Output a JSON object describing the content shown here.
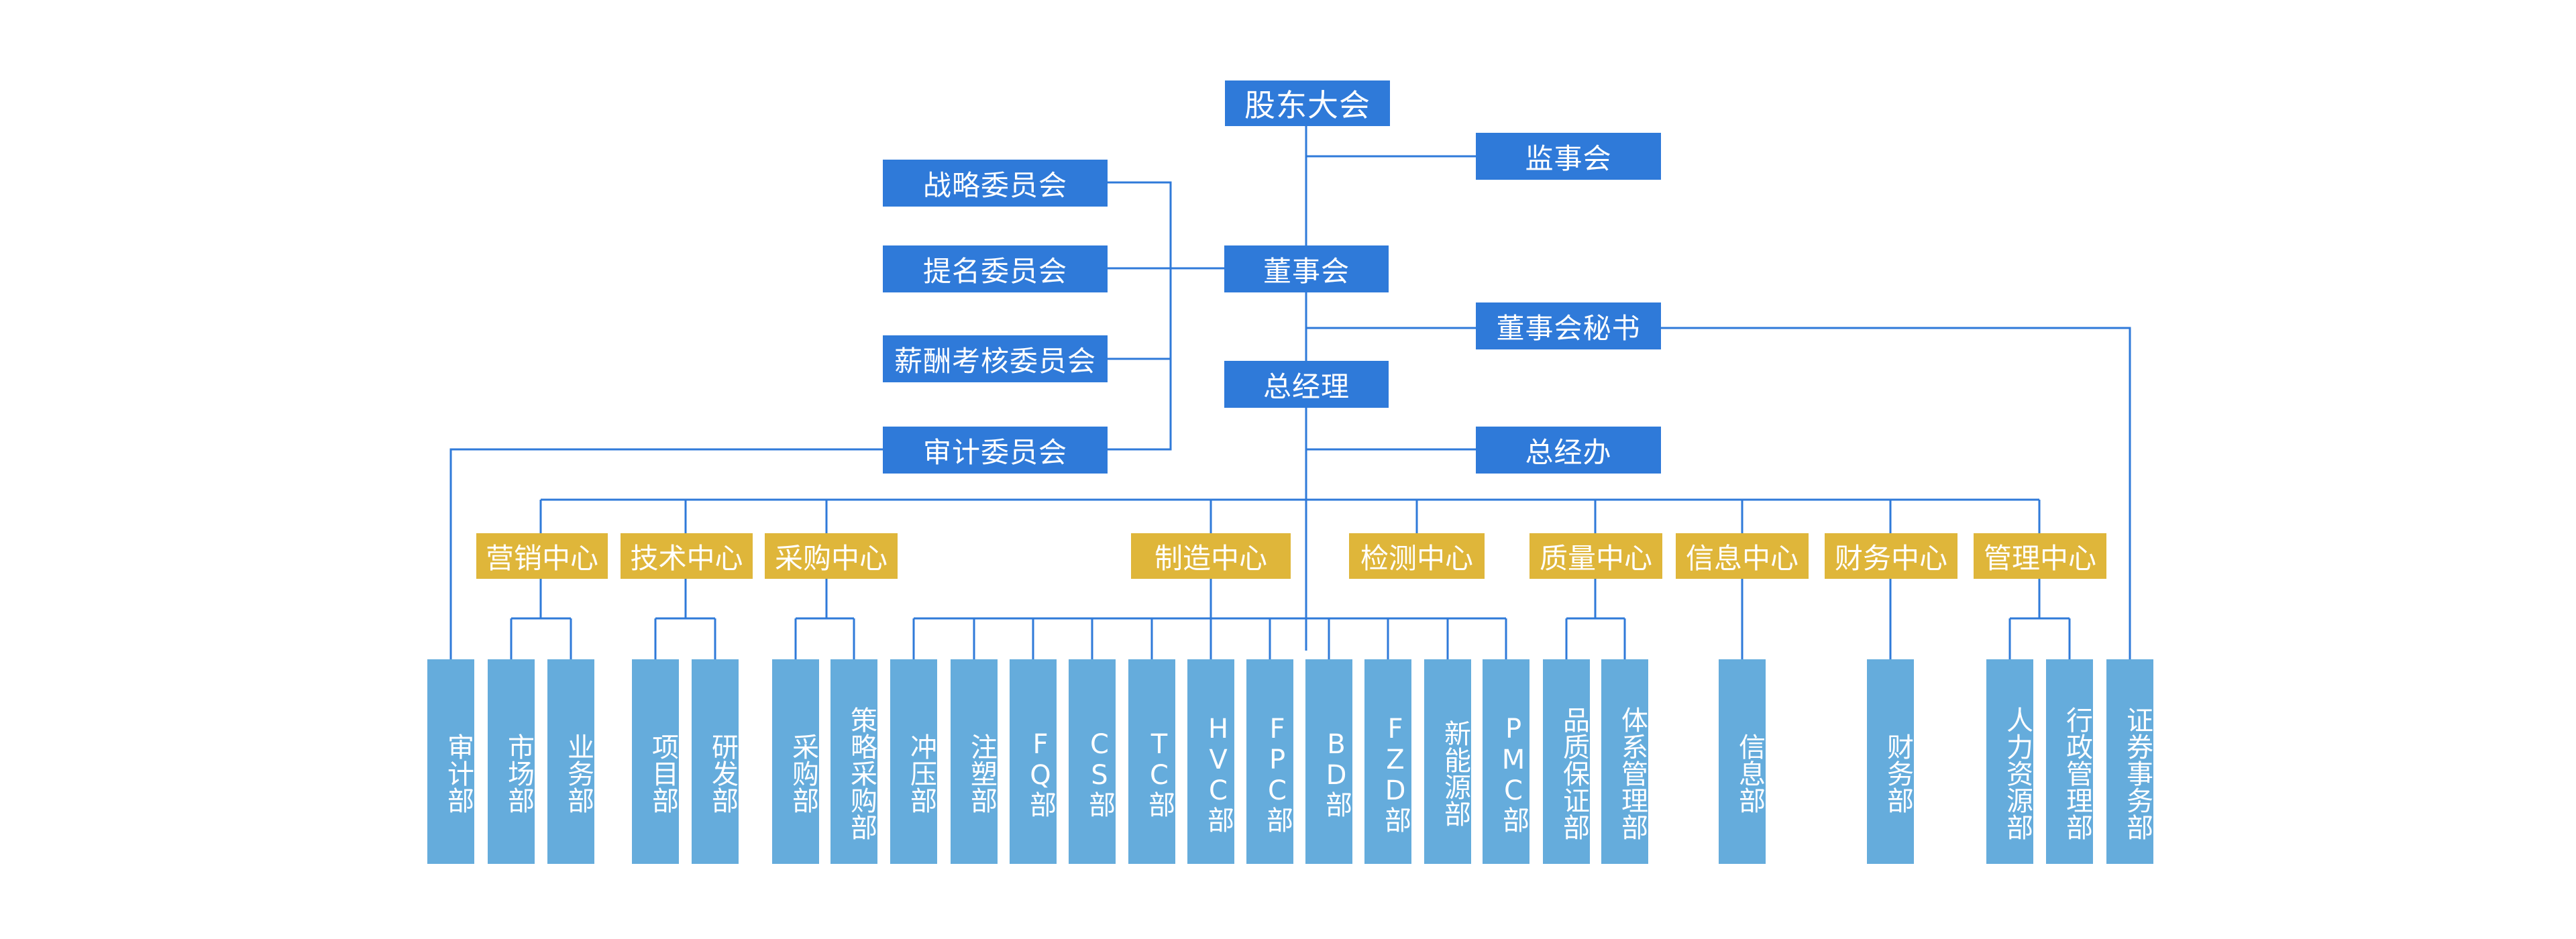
{
  "leadership": {
    "shareholders": "股东大会",
    "supervisors": "监事会",
    "board": "董事会",
    "board_secretary": "董事会秘书",
    "general_manager": "总经理",
    "gm_office": "总经办"
  },
  "committees": {
    "strategy": "战略委员会",
    "nomination": "提名委员会",
    "compensation": "薪酬考核委员会",
    "audit": "审计委员会"
  },
  "centers": {
    "marketing": "营销中心",
    "technology": "技术中心",
    "purchasing": "采购中心",
    "manufacturing": "制造中心",
    "testing": "检测中心",
    "quality": "质量中心",
    "information": "信息中心",
    "finance": "财务中心",
    "management": "管理中心"
  },
  "departments": {
    "audit": "审计部",
    "market": "市场部",
    "business": "业务部",
    "project": "项目部",
    "rnd": "研发部",
    "procurement": "采购部",
    "strategic_procurement": "策略采购部",
    "stamping": "冲压部",
    "injection": "注塑部",
    "fq": "FQ部",
    "cs": "CS部",
    "tc": "TC部",
    "hvc": "HVC部",
    "fpc": "FPC部",
    "bd": "BD部",
    "fzd": "FZD部",
    "new_energy": "新能源部",
    "pmc": "PMC部",
    "quality_assurance": "品质保证部",
    "system_management": "体系管理部",
    "information": "信息部",
    "finance": "财务部",
    "hr": "人力资源部",
    "admin": "行政管理部",
    "securities": "证券事务部"
  },
  "colors": {
    "leadership": "#2f7ad9",
    "center": "#dfb63a",
    "department": "#65acdc",
    "connector": "#2f7ad9"
  }
}
